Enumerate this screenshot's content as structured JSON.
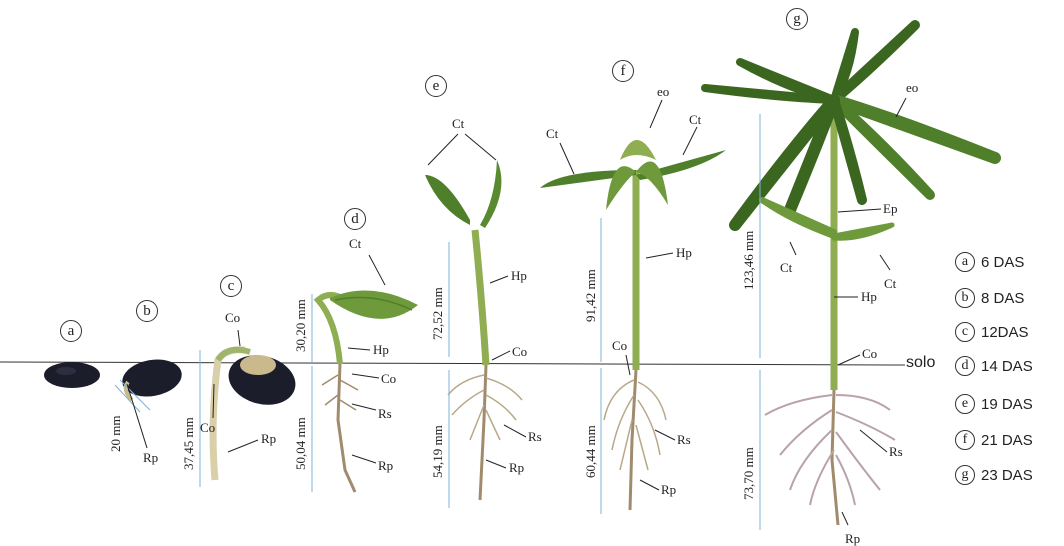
{
  "stages": [
    {
      "letter": "a"
    },
    {
      "letter": "b"
    },
    {
      "letter": "c"
    },
    {
      "letter": "d"
    },
    {
      "letter": "e"
    },
    {
      "letter": "f"
    },
    {
      "letter": "g"
    }
  ],
  "legend": [
    {
      "letter": "a",
      "text": "6 DAS"
    },
    {
      "letter": "b",
      "text": "8 DAS"
    },
    {
      "letter": "c",
      "text": "12DAS"
    },
    {
      "letter": "d",
      "text": "14 DAS"
    },
    {
      "letter": "e",
      "text": "19 DAS"
    },
    {
      "letter": "f",
      "text": "21 DAS"
    },
    {
      "letter": "g",
      "text": "23 DAS"
    }
  ],
  "ground_label": "solo",
  "measurements": {
    "b_root": "20 mm",
    "c_root": "37,45 mm",
    "d_shoot": "30,20 mm",
    "d_root": "50,04 mm",
    "e_shoot": "72,52 mm",
    "e_root": "54,19 mm",
    "f_shoot": "91,42 mm",
    "f_root": "60,44 mm",
    "g_shoot": "123,46 mm",
    "g_root": "73,70 mm"
  },
  "annotations": {
    "Rp": "Rp",
    "Co": "Co",
    "Ct": "Ct",
    "Hp": "Hp",
    "Rs": "Rs",
    "eo": "eo",
    "Ep": "Ep"
  },
  "colors": {
    "seed": "#1c1d2b",
    "stem": "#8fae52",
    "leaf": "#4f7f2a",
    "leaf_dark": "#3b6620",
    "root": "#a08b6c",
    "dim_line": "#7fb3d8"
  }
}
